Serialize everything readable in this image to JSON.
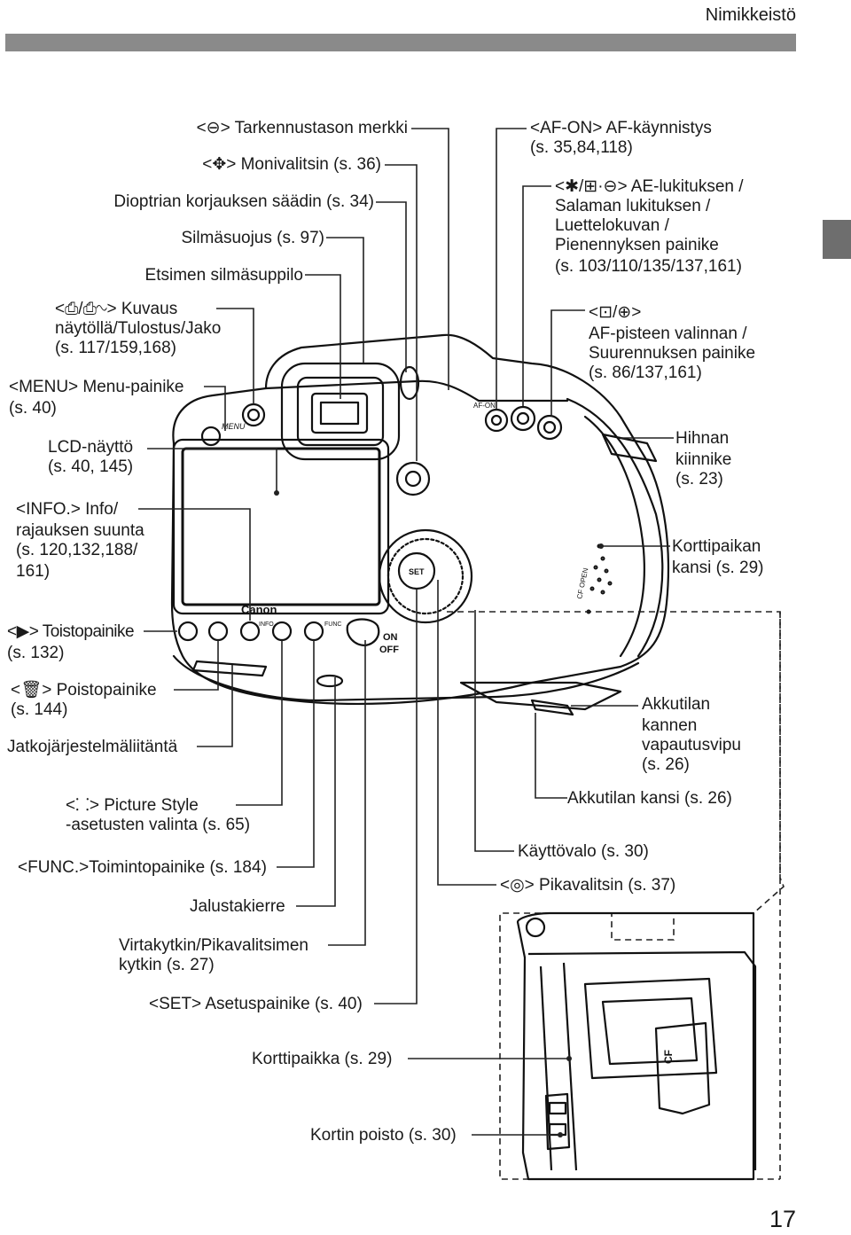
{
  "header": {
    "title": "Nimikkeistö"
  },
  "page_number": "17",
  "labels": {
    "af_point_mark": "<⊖> Tarkennustason merkki",
    "multi_controller": "<✥> Monivalitsin (s. 36)",
    "dioptric": "Dioptrian korjauksen säädin (s. 34)",
    "eyecup": "Silmäsuojus (s. 97)",
    "eyepiece": "Etsimen silmäsuppilo",
    "direct_print_1": "<⎙/⎙∿> Kuvaus",
    "direct_print_2": "näytöllä/Tulostus/Jako",
    "direct_print_3": "(s. 117/159,168)",
    "menu_1": "<MENU> Menu-painike",
    "menu_2": "(s. 40)",
    "lcd_1": "LCD-näyttö",
    "lcd_2": "(s. 40, 145)",
    "info_1": "<INFO.> Info/",
    "info_2": "rajauksen suunta",
    "info_3": "(s. 120,132,188/",
    "info_4": "161)",
    "playback_1": "<▶> Toistopainike",
    "playback_2": "(s. 132)",
    "erase_1": "<🗑> Poistopainike",
    "erase_2": "(s. 144)",
    "extension": "Jatkojärjestelmäliitäntä",
    "picture_style_1": "<⸬> Picture Style",
    "picture_style_2": "-asetusten valinta (s. 65)",
    "func": "<FUNC.>Toimintopainike (s. 184)",
    "tripod": "Jalustakierre",
    "power_1": "Virtakytkin/Pikavalitsimen",
    "power_2": "kytkin (s. 27)",
    "set": "<SET> Asetuspainike (s. 40)",
    "card_slot": "Korttipaikka (s. 29)",
    "card_eject": "Kortin poisto (s. 30)",
    "af_on_1": "<AF-ON> AF-käynnistys",
    "af_on_2": "(s. 35,84,118)",
    "ae_lock_1": "<✱/⊞·⊖> AE-lukituksen /",
    "ae_lock_2": "Salaman lukituksen /",
    "ae_lock_3": "Luettelokuvan /",
    "ae_lock_4": "Pienennyksen painike",
    "ae_lock_5": "(s. 103/110/135/137,161)",
    "af_point_1": "<⊡/⊕>",
    "af_point_2": "AF-pisteen valinnan /",
    "af_point_3": "Suurennuksen painike",
    "af_point_4": "(s. 86/137,161)",
    "strap_1": "Hihnan",
    "strap_2": "kiinnike",
    "strap_3": "(s. 23)",
    "card_cover_1": "Korttipaikan",
    "card_cover_2": "kansi (s. 29)",
    "battery_release_1": "Akkutilan",
    "battery_release_2": "kannen",
    "battery_release_3": "vapautusvipu",
    "battery_release_4": "(s. 26)",
    "battery_cover": "Akkutilan kansi (s. 26)",
    "access_lamp": "Käyttövalo (s. 30)",
    "quick_control": "<◎> Pikavalitsin (s. 37)"
  },
  "camera_marks": {
    "brand": "Canon",
    "menu": "MENU",
    "on": "ON",
    "off": "OFF",
    "set": "SET",
    "af_on": "AF-ON",
    "info": "INFO",
    "func": "FUNC",
    "cf_open": "CF OPEN",
    "cf": "CF"
  }
}
